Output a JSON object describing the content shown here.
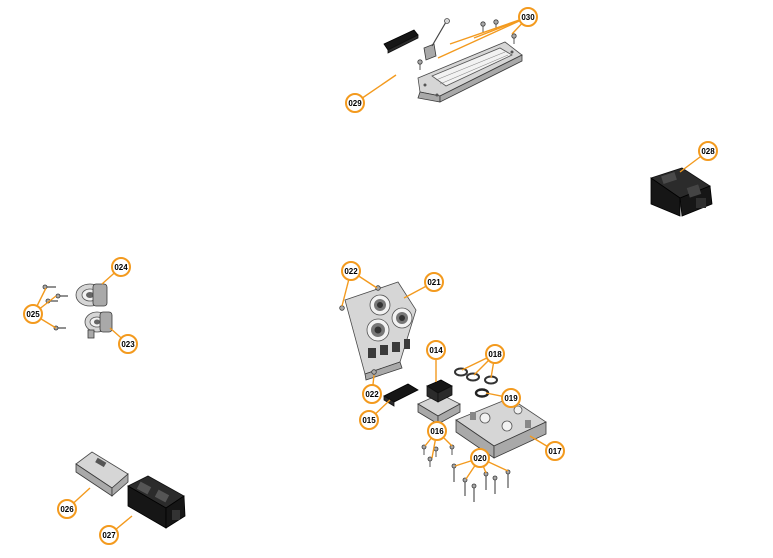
{
  "diagram": {
    "accent_color": "#f39a1e",
    "callouts": [
      "030",
      "029",
      "028",
      "024",
      "025",
      "023",
      "022",
      "021",
      "014",
      "018",
      "022",
      "019",
      "015",
      "016",
      "017",
      "020",
      "026",
      "027"
    ]
  }
}
